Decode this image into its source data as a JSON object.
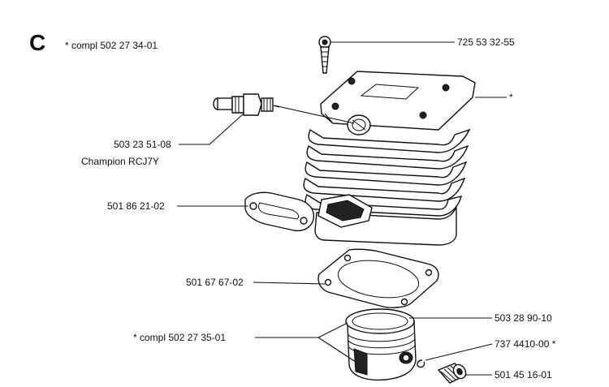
{
  "section_letter": "C",
  "labels": {
    "cylinder_kit": "* compl 502 27 34-01",
    "decomp_valve": "725 53 32-55",
    "cylinder": "*",
    "spark_plug": "503 23 51-08",
    "spark_plug_type": "Champion RCJ7Y",
    "exhaust_gasket": "501 86 21-02",
    "base_gasket": "501 67 67-02",
    "piston_ring": "503 28 90-10",
    "piston_kit": "* compl 502 27 35-01",
    "circlip": "737 4410-00  *",
    "needle_bearing": "501 45 16-01"
  }
}
